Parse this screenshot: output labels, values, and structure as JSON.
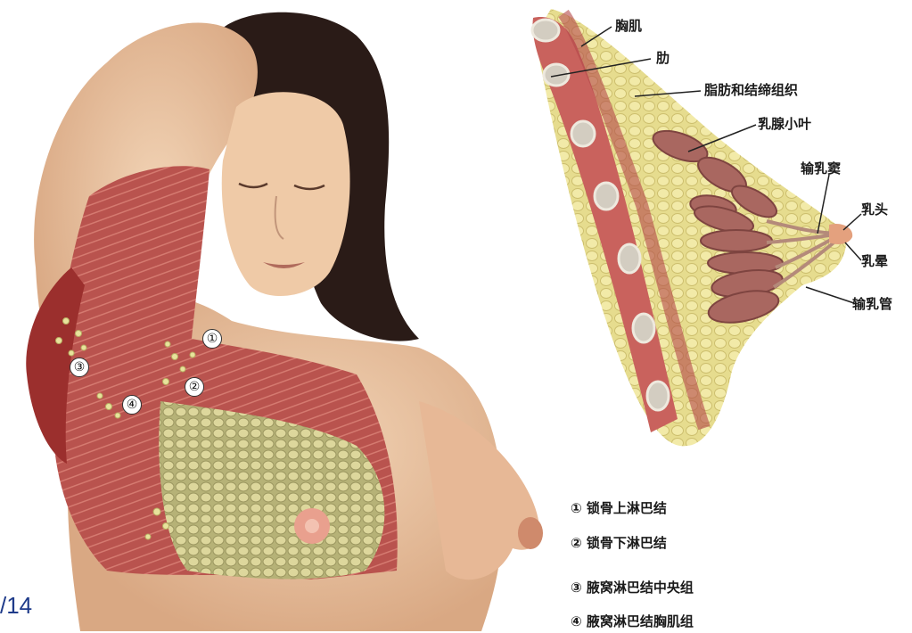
{
  "slide_number": "/14",
  "section_labels": {
    "pectoral_muscle": "胸肌",
    "rib": "肋",
    "fat_connective": "脂肪和结缔组织",
    "lobule": "乳腺小叶",
    "lactiferous_sinus": "输乳窦",
    "nipple": "乳头",
    "areola": "乳晕",
    "lactiferous_duct": "输乳管"
  },
  "node_markers": [
    "①",
    "②",
    "③",
    "④"
  ],
  "legend": [
    "① 锁骨上淋巴结",
    "② 锁骨下淋巴结",
    "③ 腋窝淋巴结中央组",
    "④ 腋窝淋巴结胸肌组"
  ],
  "colors": {
    "skin": "#e9c2a0",
    "muscle": "#b9534e",
    "fat": "#f2e6a0",
    "gland": "#b5746c",
    "hair": "#2a1b17"
  }
}
